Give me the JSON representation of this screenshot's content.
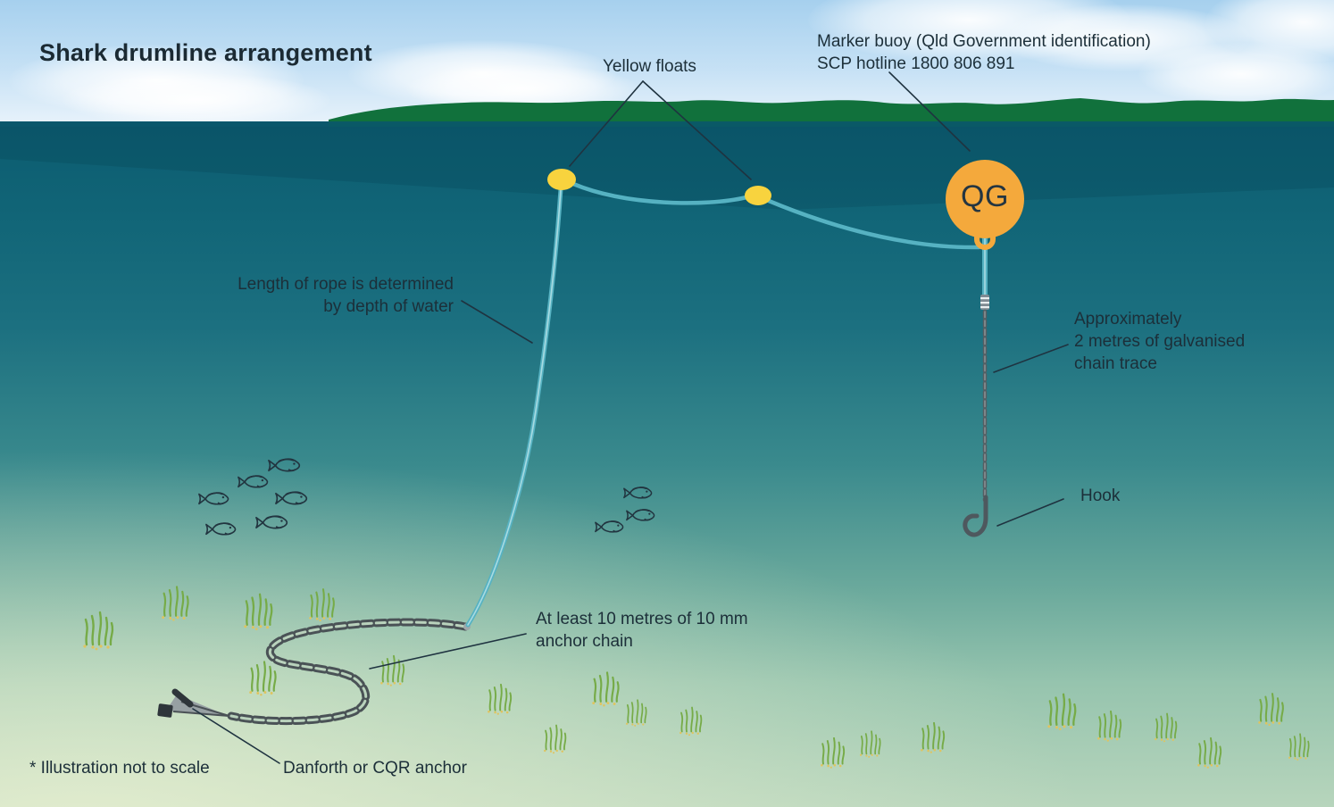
{
  "title": "Shark drumline arrangement",
  "labels": {
    "yellow_floats": "Yellow floats",
    "marker_buoy": [
      "Marker buoy (Qld Government identification)",
      "SCP hotline 1800 806 891"
    ],
    "rope": [
      "Length of rope is determined",
      "by depth of water"
    ],
    "chain_trace": [
      "Approximately",
      "2 metres of galvanised",
      "chain trace"
    ],
    "hook": "Hook",
    "anchor_chain": [
      "At least 10 metres of 10 mm",
      "anchor chain"
    ],
    "anchor": "Danforth or CQR anchor",
    "scale_note": "* Illustration not to scale"
  },
  "buoy": {
    "marking": "QG"
  },
  "scene": {
    "float_count": 2,
    "fish_count": 9
  },
  "colors": {
    "sky_top": "#a6d0ee",
    "land_green": "#11713c",
    "water_top": "#0d5e71",
    "seabed_pale": "#c6dcc2",
    "buoy_orange": "#f4a93c",
    "float_yellow": "#f8d33e",
    "rope_teal": "#56b2c2",
    "chain_gray": "#4a5256",
    "seagrass_green": "#76ab47",
    "label_text": "#1c2f39"
  }
}
